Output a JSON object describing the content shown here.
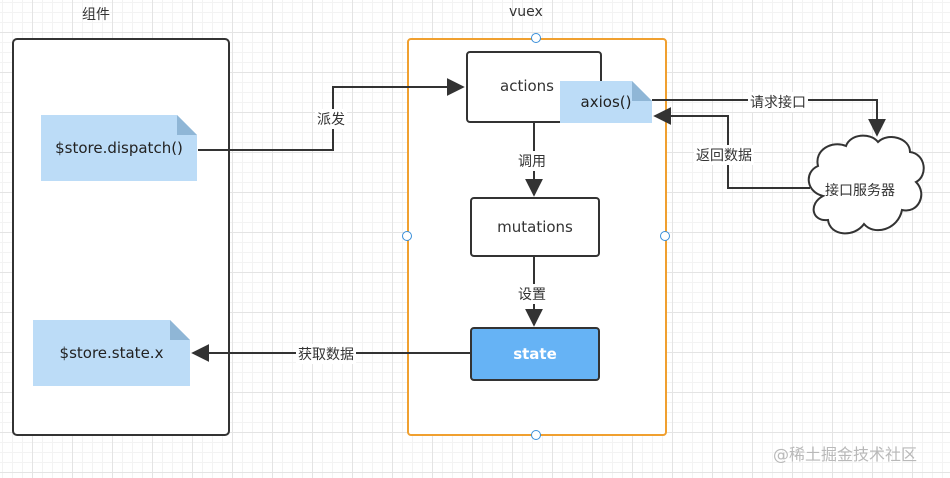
{
  "labels": {
    "component_title": "组件",
    "vuex_title": "vuex"
  },
  "nodes": {
    "dispatch": "$store.dispatch()",
    "state_x": "$store.state.x",
    "actions": "actions",
    "axios": "axios()",
    "mutations": "mutations",
    "state": "state",
    "server": "接口服务器"
  },
  "edges": {
    "dispatch": "派发",
    "call": "调用",
    "set": "设置",
    "get_data": "获取数据",
    "request": "请求接口",
    "return_data": "返回数据"
  },
  "watermark": "@稀土掘金技术社区"
}
